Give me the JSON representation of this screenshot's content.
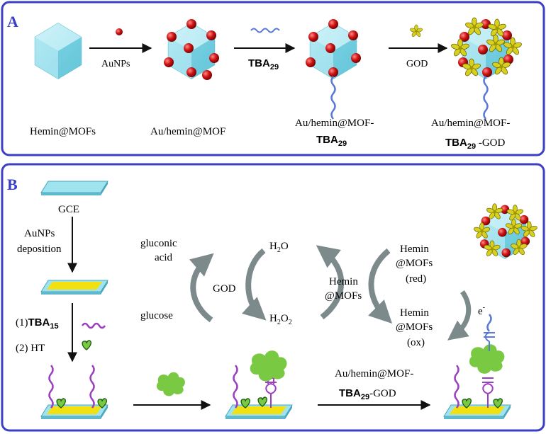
{
  "panel_a": {
    "letter": "A",
    "arrow1_label": "AuNPs",
    "arrow2_label": "TBA",
    "arrow2_sub": "29",
    "arrow3_label": "GOD",
    "cap1": "Hemin@MOFs",
    "cap2": "Au/hemin@MOF",
    "cap3_line1": "Au/hemin@MOF-",
    "cap3_line2": "TBA",
    "cap3_sub": "29",
    "cap4_line1": "Au/hemin@MOF-",
    "cap4_line2": "TBA",
    "cap4_sub": "29",
    "cap4_tail": " -GOD"
  },
  "panel_b": {
    "letter": "B",
    "gce": "GCE",
    "step1_line1": "AuNPs",
    "step1_line2": "deposition",
    "step2_prefix": "(1)",
    "step2_tba": "TBA",
    "step2_sub": "15",
    "step3": "(2) HT",
    "gluconic_line1": "gluconic",
    "gluconic_line2": "acid",
    "glucose": "glucose",
    "god": "GOD",
    "h2o": "H",
    "h2o_sub": "2",
    "h2o_tail": "O",
    "h2o2": "H",
    "h2o2_sub1": "2",
    "h2o2_mid": "O",
    "h2o2_sub2": "2",
    "hemin_mid_line1": "Hemin",
    "hemin_mid_line2": "@MOFs",
    "hemin_red_line1": "Hemin",
    "hemin_red_line2": "@MOFs",
    "hemin_red_line3": "(red)",
    "hemin_ox_line1": "Hemin",
    "hemin_ox_line2": "@MOFs",
    "hemin_ox_line3": "(ox)",
    "electron": "e",
    "electron_sup": "-",
    "final_arrow_line1": "Au/hemin@MOF-",
    "final_arrow_tba": "TBA",
    "final_arrow_sub": "29",
    "final_arrow_tail": "-GOD"
  },
  "colors": {
    "frame": "#3b3fc4",
    "crystal": "#7fd6e6",
    "gold_np": "#d01414",
    "aptamer": "#5a78d8",
    "aptamer_b": "#9b3fbf",
    "god_enzyme": "#d8d020",
    "protein": "#7ac943",
    "electrode_top": "#9fe3ee",
    "electrode_gold": "#f2e010",
    "cycle_arrow": "#7d8a8c"
  }
}
